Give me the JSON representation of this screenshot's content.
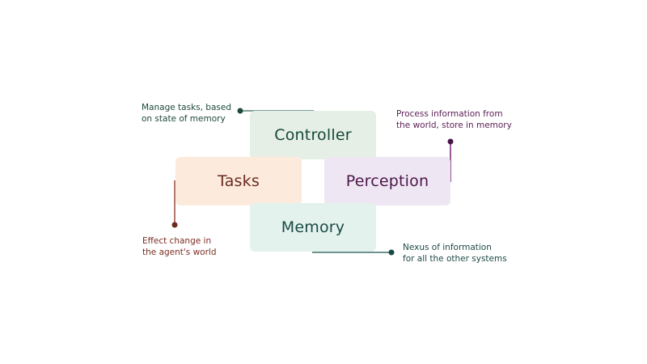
{
  "diagram": {
    "boxes": {
      "controller": {
        "label": "Controller",
        "color": "#e5efe5",
        "text_color": "#17473a"
      },
      "tasks": {
        "label": "Tasks",
        "color": "#fcebdc",
        "text_color": "#6b2a1e"
      },
      "perception": {
        "label": "Perception",
        "color": "#efe6f3",
        "text_color": "#4a1648"
      },
      "memory": {
        "label": "Memory",
        "color": "#e3f2ec",
        "text_color": "#1b4a45"
      }
    },
    "annotations": {
      "controller": {
        "line1": "Manage tasks, based",
        "line2": "on state of memory"
      },
      "perception": {
        "line1": "Process information from",
        "line2": "the world, store in memory"
      },
      "tasks": {
        "line1": "Effect change in",
        "line2": "the agent's world"
      },
      "memory": {
        "line1": "Nexus of information",
        "line2": "for all the other systems"
      }
    },
    "connector_colors": {
      "controller": "#7f9f98",
      "perception": "#9a5a94",
      "tasks": "#b07a70",
      "memory": "#6e938e",
      "dot_controller": "#1e4a3c",
      "dot_perception": "#4a1648",
      "dot_tasks": "#6b2a1e",
      "dot_memory": "#1b4a45"
    }
  }
}
